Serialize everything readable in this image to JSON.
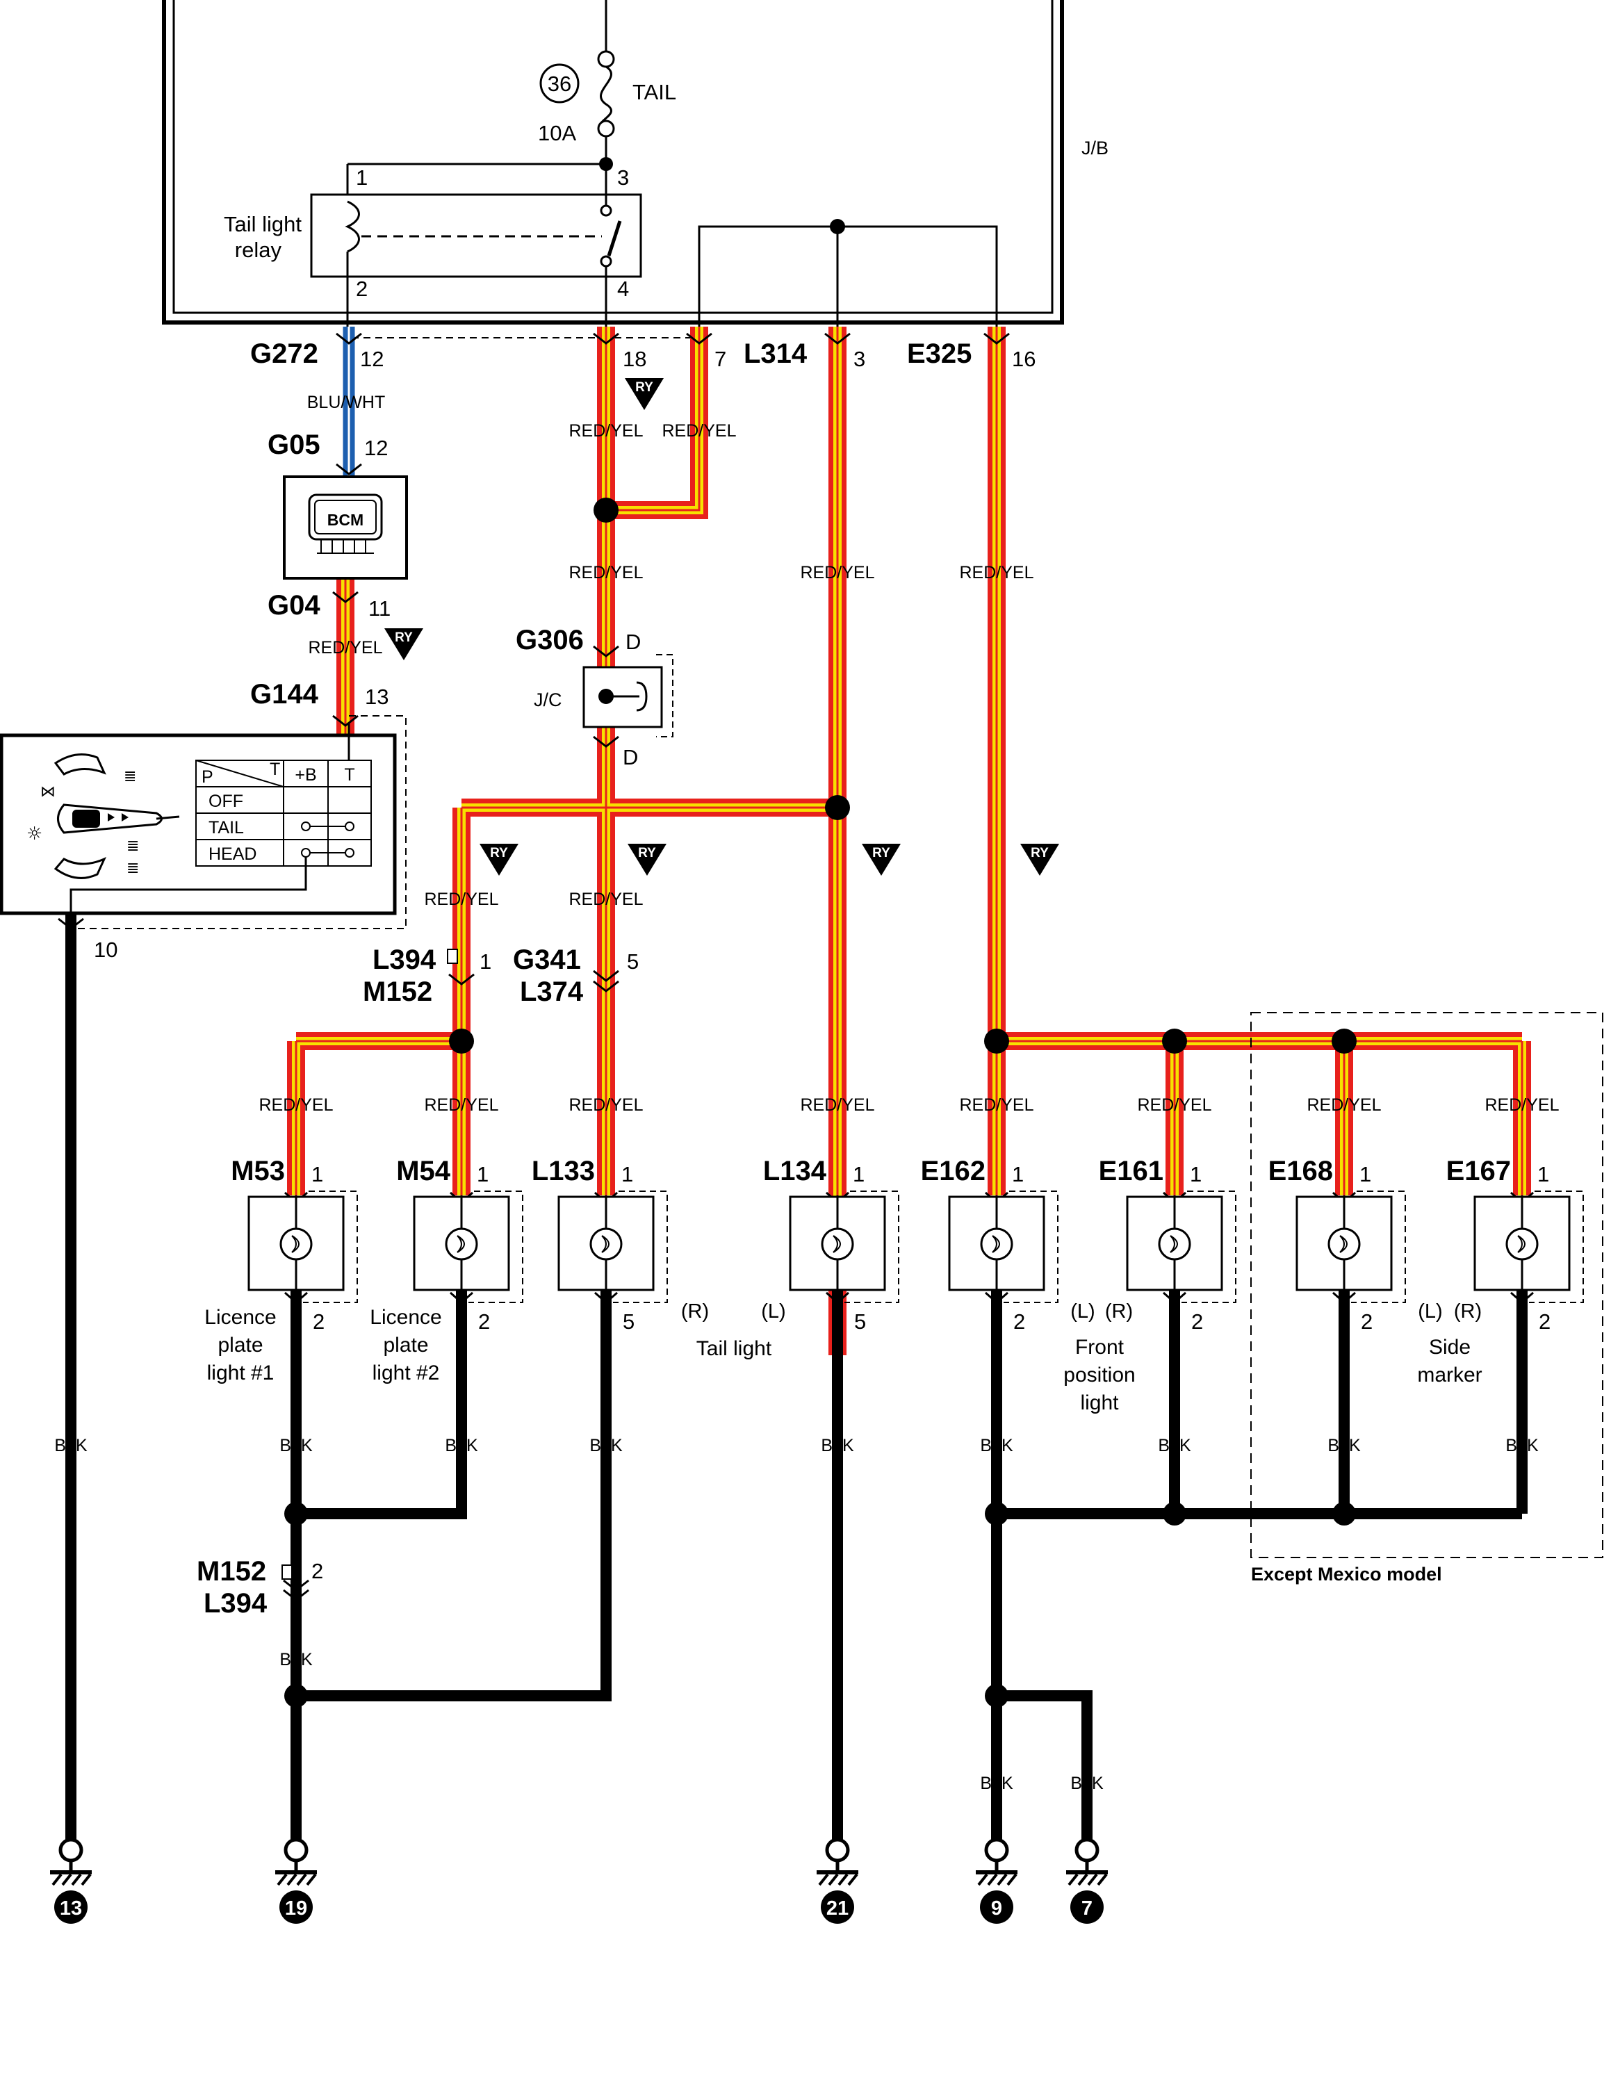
{
  "junction_block": {
    "label": "J/B",
    "fuse": {
      "number": "36",
      "rating": "10A",
      "name": "TAIL"
    },
    "relay": {
      "name_line1": "Tail light",
      "name_line2": "relay",
      "pins": [
        "1",
        "2",
        "3",
        "4"
      ]
    }
  },
  "connectors": {
    "g272": {
      "name": "G272",
      "pin": "12"
    },
    "jb_18": "18",
    "jb_7": "7",
    "l314": {
      "name": "L314",
      "pin": "3"
    },
    "e325": {
      "name": "E325",
      "pin": "16"
    },
    "g05": {
      "name": "G05",
      "pin": "12"
    },
    "g04": {
      "name": "G04",
      "pin": "11"
    },
    "g144": {
      "name": "G144",
      "pin": "13",
      "pin_bottom": "10"
    },
    "g306": {
      "name": "G306",
      "pin_top": "D",
      "pin_bottom": "D",
      "jc_label": "J/C"
    },
    "l394_top": {
      "name": "L394",
      "pin": "1"
    },
    "m152_top": {
      "name": "M152"
    },
    "g341": {
      "name": "G341",
      "pin": "5"
    },
    "l374": {
      "name": "L374"
    },
    "m152_bottom": {
      "name": "M152",
      "pin": "2"
    },
    "l394_bottom": {
      "name": "L394"
    }
  },
  "module": {
    "name": "BCM"
  },
  "switch_table": {
    "corner_p": "P",
    "corner_t": "T",
    "cols": [
      "+B",
      "T"
    ],
    "rows": [
      "OFF",
      "TAIL",
      "HEAD"
    ]
  },
  "wires": {
    "blu_wht": "BLU/WHT",
    "red_yel": "RED/YEL",
    "blk": "BLK",
    "ry_badge": "RY"
  },
  "lamps": [
    {
      "id": "M53",
      "pin_top": "1",
      "pin_bottom": "2",
      "caption": [
        "Licence",
        "plate",
        "light #1"
      ]
    },
    {
      "id": "M54",
      "pin_top": "1",
      "pin_bottom": "2",
      "caption": [
        "Licence",
        "plate",
        "light #2"
      ]
    },
    {
      "id": "L133",
      "pin_top": "1",
      "pin_bottom": "5",
      "side": "(R)"
    },
    {
      "id": "L134",
      "pin_top": "1",
      "pin_bottom": "5",
      "side": "(L)"
    },
    {
      "id": "E162",
      "pin_top": "1",
      "pin_bottom": "2",
      "side": "(L)"
    },
    {
      "id": "E161",
      "pin_top": "1",
      "pin_bottom": "2",
      "side": "(R)"
    },
    {
      "id": "E168",
      "pin_top": "1",
      "pin_bottom": "2",
      "side": "(L)"
    },
    {
      "id": "E167",
      "pin_top": "1",
      "pin_bottom": "2",
      "side": "(R)"
    }
  ],
  "group_captions": {
    "tail_light": "Tail light",
    "front_position": [
      "Front",
      "position",
      "light"
    ],
    "side_marker": [
      "Side",
      "marker"
    ],
    "except_mexico": "Except Mexico model"
  },
  "grounds": [
    "13",
    "19",
    "21",
    "9",
    "7"
  ],
  "colors": {
    "red": "#e8211c",
    "yellow": "#f7e100",
    "blue": "#1d5fb0",
    "black": "#000000"
  }
}
